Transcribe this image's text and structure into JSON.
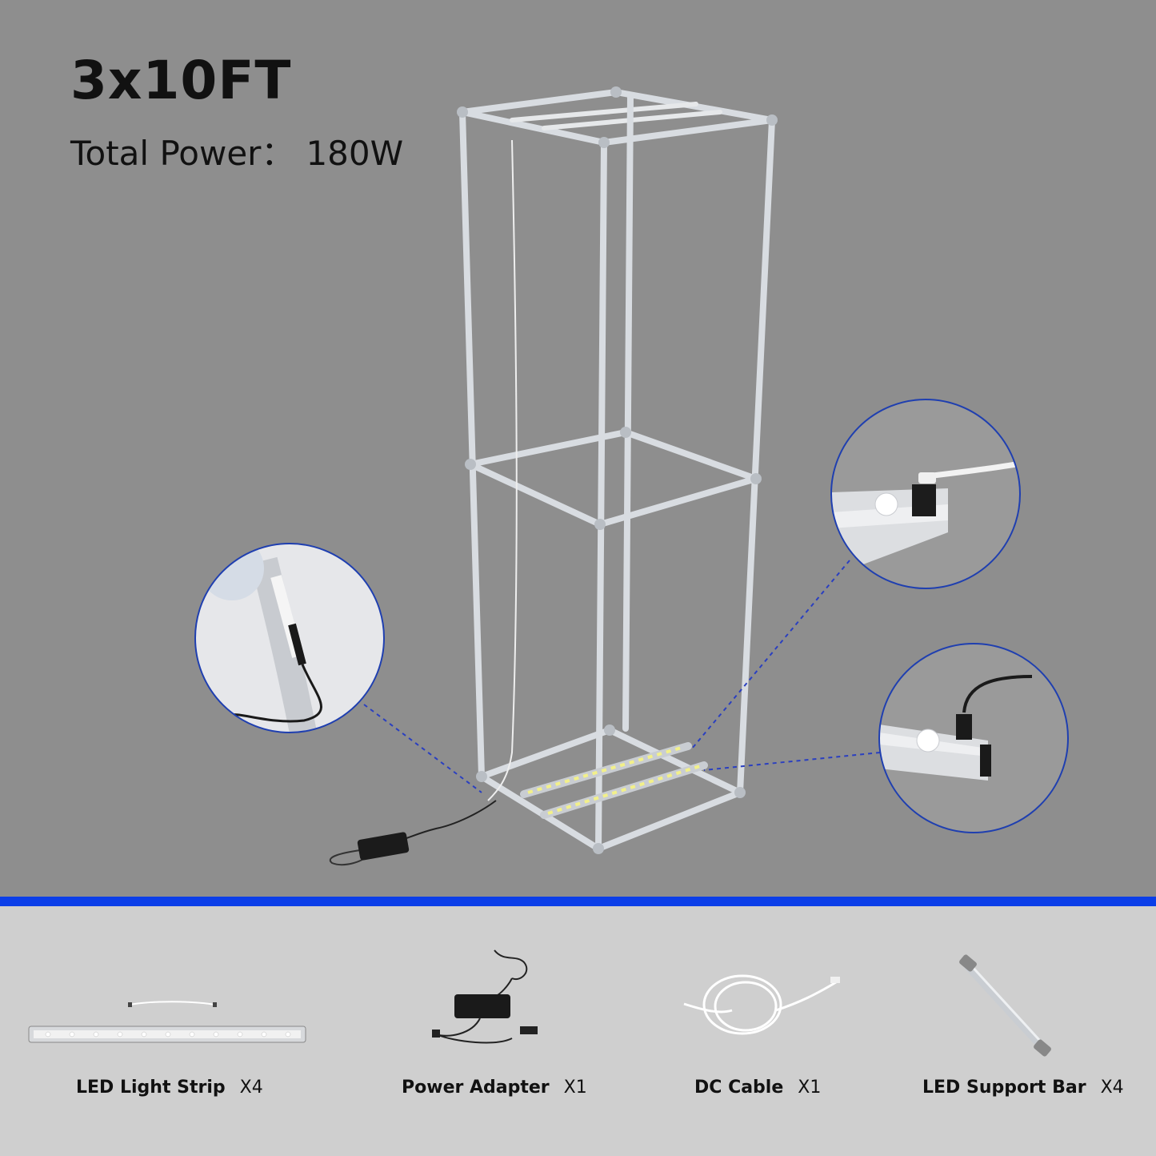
{
  "header": {
    "title": "3x10FT",
    "power_label": "Total Power：",
    "power_value": "180W"
  },
  "colors": {
    "background": "#8e8e8e",
    "divider": "#0b3ee8",
    "bottom_panel": "#cfcfcf",
    "frame": "#d9dde2",
    "callout_ring": "#1f3fb0"
  },
  "components": [
    {
      "name": "LED Light Strip",
      "qty": "X4"
    },
    {
      "name": "Power Adapter",
      "qty": "X1"
    },
    {
      "name": "DC Cable",
      "qty": "X1"
    },
    {
      "name": "LED Support Bar",
      "qty": "X4"
    }
  ]
}
